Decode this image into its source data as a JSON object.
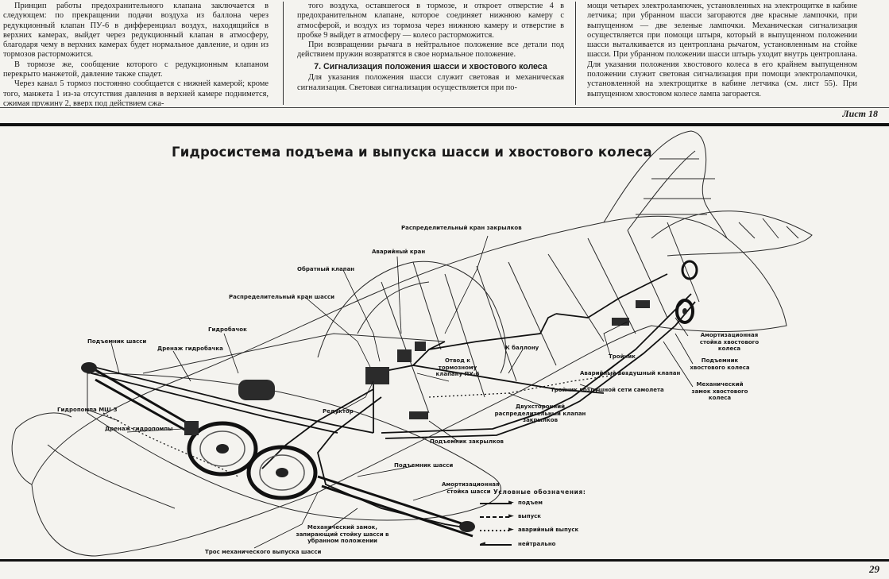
{
  "columns": {
    "col1": [
      {
        "text": "Принцип работы предохранительного клапана заключается в следующем: по прекращении подачи воздуха из баллона через редукционный клапан ПУ-6 в дифференциал воздух, находящийся в верхних камерах, выйдет через редукционный клапан в атмосферу, благодаря чему в верхних камерах будет нормальное давление, и один из тормозов расторможится."
      },
      {
        "text": "В тормозе же, сообщение которого с редукционным клапаном перекрыто манжетой, давление также спадет."
      },
      {
        "text": "Через канал 5 тормоз постоянно сообщается с нижней камерой; кроме того, манжета 1 из-за отсутствия давления в верхней камере поднимется, сжимая пружину 2, вверх под действием сжа-"
      }
    ],
    "col2": [
      {
        "text": "того воздуха, оставшегося в тормозе, и откроет отверстие 4 в предохранительном клапане, которое соединяет нижнюю камеру с атмосферой, и воздух из тормоза через нижнюю камеру и отверстие в пробке 9 выйдет в атмосферу — колесо расторможится."
      },
      {
        "text": "При возвращении рычага в нейтральное положение все детали под действием пружин возвратятся в свое нормальное положение."
      },
      {
        "heading": "7. Сигнализация положения шасси и хвостового колеса"
      },
      {
        "text": "Для указания положения шасси служит световая и механическая сигнализация. Световая сигнализация осуществляется при по-"
      }
    ],
    "col3": [
      {
        "text": "мощи четырех электролампочек, установленных на электрощитке в кабине летчика; при убранном шасси загораются две красные лампочки, при выпущенном — две зеленые лампочки. Механическая сигнализация осуществляется при помощи штыря, который в выпущенном положении шасси выталкивается из центроплана рычагом, установленным на стойке шасси. При убранном положении шасси штырь уходит внутрь центроплана. Для указания положения хвостового колеса в его крайнем выпущенном положении служит световая сигнализация при помощи электролампочки, установленной на электрощитке в кабине летчика (см. лист 55). При выпущенном хвостовом колесе лампа загорается.",
        "noindent": true
      }
    ]
  },
  "sheet_label": "Лист 18",
  "diagram": {
    "title": "Гидросистема подъема и выпуска шасси и хвостового колеса",
    "labels": {
      "flap_valve": "Распределительный кран закрылков",
      "emergency_valve": "Аварийный кран",
      "check_valve": "Обратный клапан",
      "gear_valve": "Распределительный кран шасси",
      "reservoir": "Гидробачок",
      "gear_lift_left": "Подъемник шасси",
      "reservoir_drain": "Дренаж гидробачка",
      "pump": "Гидропомпа МШ-3",
      "pump_drain": "Дренаж гидропомпы",
      "reducer": "Редуктор",
      "brake_branch": "Отвод к тормозному клапану ПУ-6",
      "to_cylinder": "К баллону",
      "tee": "Тройник",
      "emergency_air_valve": "Аварийный воздушный клапан",
      "air_tee": "Тройник воздушной сети самолета",
      "two_way_valve": "Двухсторонний распределительный клапан закрылков",
      "flap_lift": "Подъемник закрылков",
      "tail_strut": "Амортизационная стойка хвостового колеса",
      "tail_lift": "Подъемник хвостового колеса",
      "tail_lock": "Механический замок хвостового колеса",
      "gear_lift_right": "Подъемник шасси",
      "main_strut": "Амортизационная стойка шасси",
      "mech_lock": "Механический замок, запирающий стойку шасси в убранном положении",
      "cable": "Трос механического выпуска шасси"
    },
    "legend": {
      "title": "Условные обозначения:",
      "items": [
        {
          "label": "подъем",
          "style": "solid"
        },
        {
          "label": "выпуск",
          "style": "dash"
        },
        {
          "label": "аварийный выпуск",
          "style": "dot"
        },
        {
          "label": "нейтрально",
          "style": "solid"
        }
      ]
    }
  },
  "page_number": "29"
}
